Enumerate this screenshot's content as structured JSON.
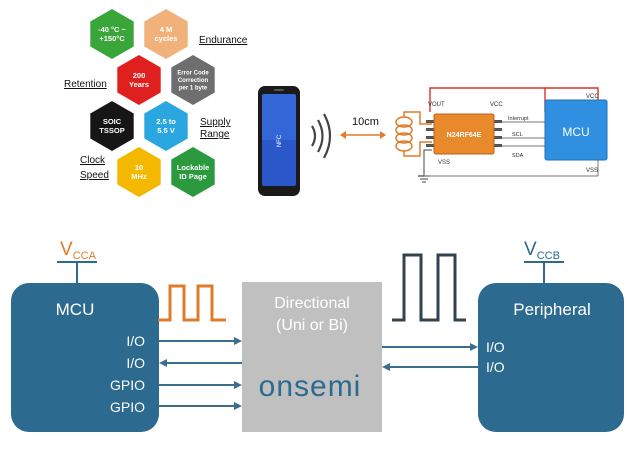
{
  "colors": {
    "mcu_blue": "#2c6a8f",
    "gray_block": "#c0c0c0",
    "orange_wave": "#e07b2a",
    "dark_wave": "#33434d",
    "arrow_blue": "#3a6e8c",
    "chip_orange": "#e8892c",
    "mcu_chip_blue": "#2f8fe0",
    "red_trace": "#d9322a",
    "hex_green": "#3aa63a",
    "hex_peach": "#f0b27a",
    "hex_red": "#e0201f",
    "hex_gray": "#6e6e6e",
    "hex_black": "#161616",
    "hex_blue": "#2aa7e0",
    "hex_yellow": "#f5b800",
    "hex_green2": "#2b9a3e"
  },
  "hexagons": [
    {
      "name": "temp-range-hex",
      "lines": [
        "-40 °C ~",
        "+150°C"
      ],
      "color": "#3aa63a",
      "text_color": "#ffffff"
    },
    {
      "name": "cycles-hex",
      "lines": [
        "4 M",
        "cycles"
      ],
      "color": "#f0b27a",
      "text_color": "#ffffff"
    },
    {
      "name": "years-hex",
      "lines": [
        "200",
        "Years"
      ],
      "color": "#e0201f",
      "text_color": "#ffffff"
    },
    {
      "name": "ecc-hex",
      "lines": [
        "Error Code",
        "Correction",
        "per 1 byte"
      ],
      "color": "#6e6e6e",
      "text_color": "#ffffff"
    },
    {
      "name": "package-hex",
      "lines": [
        "SOIC",
        "TSSOP"
      ],
      "color": "#161616",
      "text_color": "#ffffff"
    },
    {
      "name": "voltage-hex",
      "lines": [
        "2.5 to",
        "5.5 V"
      ],
      "color": "#2aa7e0",
      "text_color": "#ffffff"
    },
    {
      "name": "clock-hex",
      "lines": [
        "10",
        "MHz"
      ],
      "color": "#f5b800",
      "text_color": "#ffffff"
    },
    {
      "name": "lockable-hex",
      "lines": [
        "Lockable",
        "ID Page"
      ],
      "color": "#2b9a3e",
      "text_color": "#ffffff"
    }
  ],
  "labels": {
    "endurance": "Endurance",
    "retention": "Retention",
    "supply1": "Supply",
    "supply2": "Range",
    "clock1": "Clock",
    "clock2": "Speed"
  },
  "nfc": {
    "phone_text": "NFC",
    "distance": "10cm"
  },
  "circuit": {
    "vout": "VOUT",
    "vcc_left": "VCC",
    "vcc_right": "VCC",
    "vss_left": "VSS",
    "vss_right": "VSS",
    "chip": "N24RF64E",
    "interrupt": "Interrupt",
    "scl": "SCL",
    "sda": "SDA",
    "mcu": "MCU"
  },
  "diagram": {
    "vcca_main": "V",
    "vcca_sub": "CCA",
    "vccb_main": "V",
    "vccb_sub": "CCB",
    "mcu_title": "MCU",
    "mcu_pins": [
      "I/O",
      "I/O",
      "GPIO",
      "GPIO"
    ],
    "translator_line1": "Directional",
    "translator_line2": "(Uni or Bi)",
    "brand": "onsemi",
    "peripheral_title": "Peripheral",
    "peripheral_pins": [
      "I/O",
      "I/O"
    ]
  }
}
